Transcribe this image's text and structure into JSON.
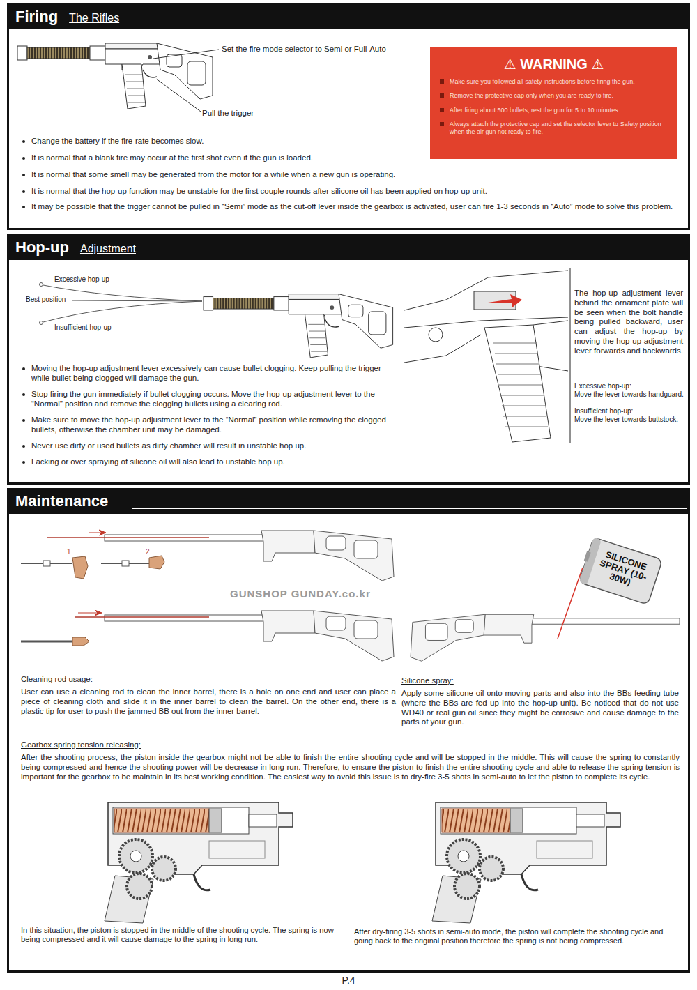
{
  "diagram": {
    "nodes": [
      {
        "text": [
          "Firing",
          "The Rifles"
        ]
      },
      {
        "text": [
          "⚠ WARNING ⚠",
          "Make sure you followed all safety instructions before firing the gun.",
          "Remove the protective cap only when you are ready to fire.",
          "After firing about 500 bullets, rest the gun for 5 to 10 minutes.",
          "Always attach the protective cap and set the selector lever to Safety position when the air gun not ready to fire."
        ]
      },
      {
        "text": [
          "Hop-up",
          "Adjustment"
        ]
      },
      {
        "text": [
          "Maintenance"
        ]
      },
      {
        "text": [
          "SILICONE SPRAY (10-30W)"
        ]
      }
    ],
    "labels": [
      "Set the fire mode selector to Semi or Full-Auto",
      "Pull the trigger",
      "Change the battery if the fire-rate becomes slow.",
      "It is normal that a blank fire may occur at the first shot even if the gun is loaded.",
      "It is normal that some smell may be generated from the motor for a while when a new gun is operating.",
      "It is normal that the hop-up function may be unstable for the first couple rounds after silicone oil has been applied on hop-up unit.",
      "It may be possible that the trigger cannot be pulled in “Semi” mode as the cut-off lever inside the gearbox is activated, user can fire 1-3 seconds in “Auto” mode to solve this problem.",
      "Excessive hop-up",
      "Best position",
      "Insufficient hop-up",
      "Moving the hop-up adjustment lever excessively can cause bullet clogging. Keep pulling the trigger while bullet being clogged will damage the gun.",
      "Stop firing the gun immediately if bullet clogging occurs. Move the hop-up adjustment lever to the “Normal” position and remove the clogging bullets using a clearing rod.",
      "Make sure to move the hop-up adjustment lever to the “Normal” position while removing the clogged bullets, otherwise the chamber unit may be damaged.",
      "Never use dirty or used bullets as dirty chamber will result in unstable hop up.",
      "Lacking or over spraying of silicone oil will also lead to unstable hop up.",
      "The hop-up adjustment lever behind the ornament plate will be seen when the bolt handle being pulled backward, user can adjust the hop-up by moving the hop-up adjustment lever forwards and backwards.",
      "Excessive hop-up:",
      "Move the lever towards handguard.",
      "Insufficient hop-up:",
      "Move the lever towards buttstock.",
      "1",
      "2",
      "Cleaning rod usage:",
      "User can use a cleaning rod to clean the inner barrel, there is a hole on one end and user can place a piece of cleaning cloth and slide it in the inner barrel to clean the barrel. On the other end, there is a plastic tip for user to push the jammed BB out from the inner barrel.",
      "Silicone spray:",
      "Apply some silicone oil onto moving parts and also into the BBs feeding tube (where the BBs are fed up into the hop-up unit). Be noticed that do not use WD40 or real gun oil since they might be corrosive and cause damage to the parts of your gun.",
      "Gearbox spring tension releasing:",
      "After the shooting process, the piston inside the gearbox might not be able to finish the entire shooting cycle and will be stopped in the middle. This will cause the spring to constantly being compressed and hence the shooting power will be decrease in long run. Therefore, to ensure the piston to finish the entire shooting cycle and able to release the spring tension is important for the gearbox to be maintain in its best working condition. The easiest way to avoid this issue is to dry-fire 3-5 shots in semi-auto to let the piston to complete its cycle.",
      "In this situation, the piston is stopped in the middle of the shooting cycle. The spring is now being compressed and it will cause damage to the spring in long run.",
      "After dry-firing 3-5 shots in semi-auto mode, the piston will complete the shooting cycle and going back to the original position therefore the spring is not being compressed.",
      "P.4",
      "GUNSHOP GUNDAY.co.kr"
    ]
  }
}
